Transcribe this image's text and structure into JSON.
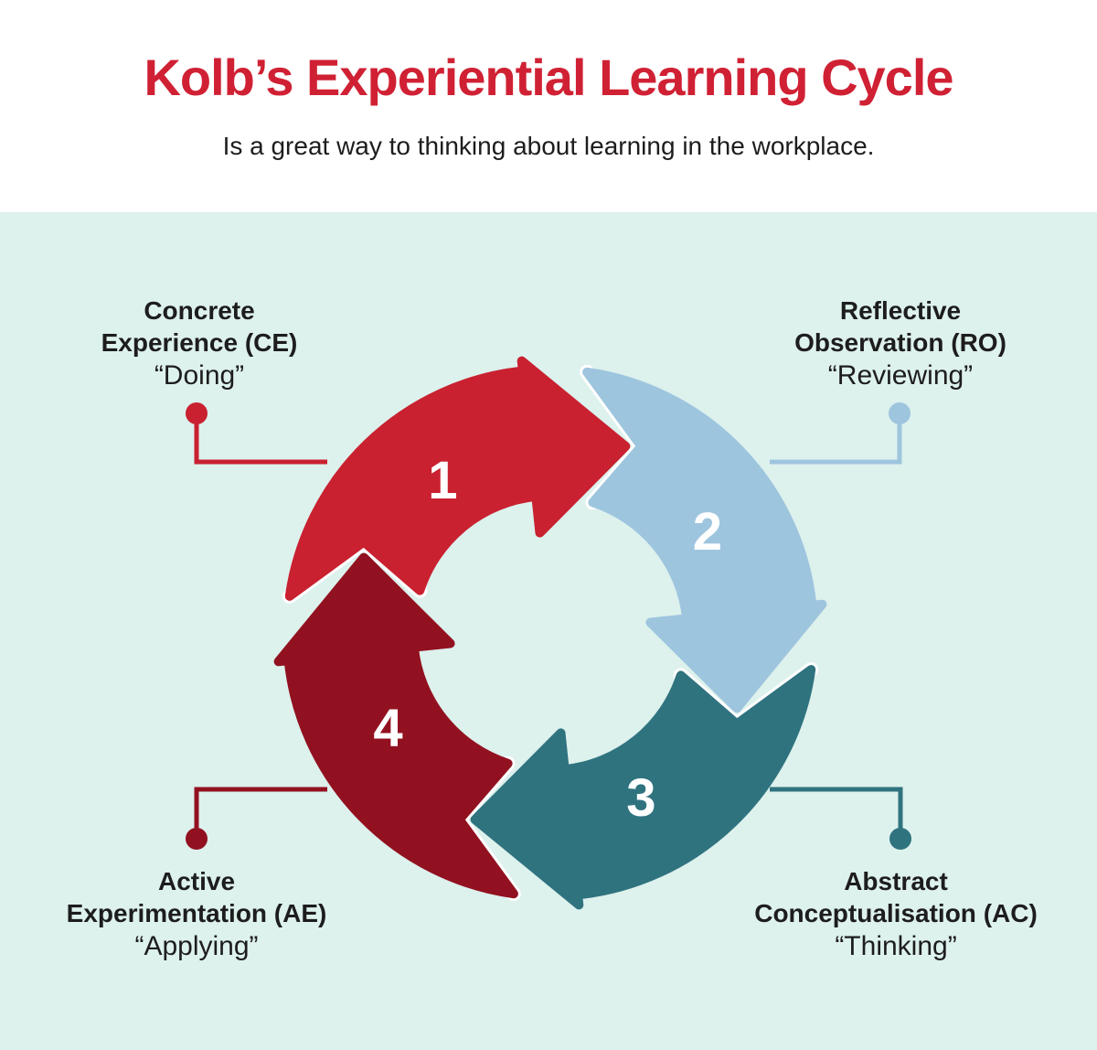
{
  "header": {
    "title": "Kolb’s Experiential Learning Cycle",
    "subtitle": "Is a great way to thinking about learning in the workplace."
  },
  "cycle": {
    "stages": [
      {
        "number": "1",
        "key": "ce",
        "position": "top-left",
        "name_line1": "Concrete",
        "name_line2": "Experience (CE)",
        "quote": "“Doing”",
        "color": "#c92130"
      },
      {
        "number": "2",
        "key": "ro",
        "position": "top-right",
        "name_line1": "Reflective",
        "name_line2": "Observation (RO)",
        "quote": "“Reviewing”",
        "color": "#9ec5de"
      },
      {
        "number": "3",
        "key": "ac",
        "position": "bottom-right",
        "name_line1": "Abstract",
        "name_line2": "Conceptualisation (AC)",
        "quote": "“Thinking”",
        "color": "#2f737f"
      },
      {
        "number": "4",
        "key": "ae",
        "position": "bottom-left",
        "name_line1": "Active",
        "name_line2": "Experimentation (AE)",
        "quote": "“Applying”",
        "color": "#921120"
      }
    ],
    "number_text_color": "#ffffff"
  },
  "colors": {
    "background_top": "#ffffff",
    "background_bottom": "#ddf1ed",
    "title": "#d02134",
    "text": "#1d1d1d",
    "notch_trim": "#ffffff"
  }
}
